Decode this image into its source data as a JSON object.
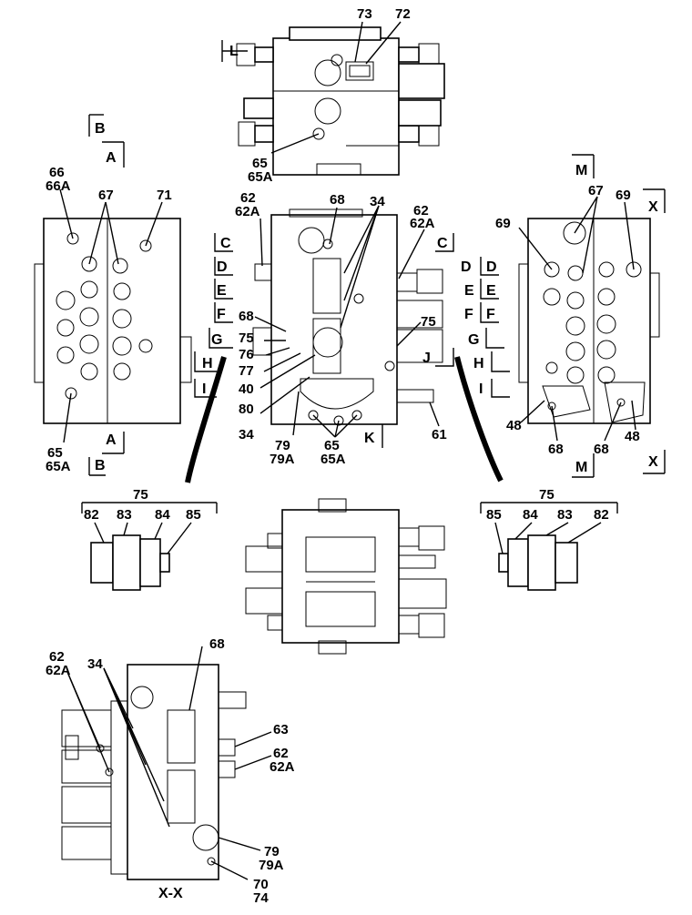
{
  "top_view": {
    "callouts": [
      "73",
      "72",
      "65",
      "65A"
    ],
    "section_marks": [
      "L"
    ]
  },
  "left_view": {
    "callouts": [
      "66",
      "66A",
      "67",
      "71",
      "65",
      "65A"
    ],
    "section_marks_top": [
      "B",
      "A"
    ],
    "section_marks_bottom": [
      "A",
      "B"
    ]
  },
  "center_view": {
    "callouts": [
      "62",
      "62A",
      "68",
      "34",
      "62",
      "62A",
      "68",
      "75",
      "76",
      "77",
      "40",
      "80",
      "34",
      "75",
      "79",
      "79A",
      "65",
      "65A",
      "61"
    ],
    "section_marks_left": [
      "C",
      "D",
      "E",
      "F",
      "G",
      "H",
      "I"
    ],
    "section_marks_right": [
      "C",
      "D",
      "E",
      "F",
      "J",
      "K"
    ]
  },
  "right_view": {
    "callouts": [
      "67",
      "69",
      "69",
      "48",
      "68",
      "68",
      "48"
    ],
    "section_marks_left": [
      "D",
      "E",
      "F",
      "G",
      "H",
      "I"
    ],
    "section_marks": [
      "M",
      "X",
      "M",
      "X"
    ]
  },
  "part_75_left": {
    "title": "75",
    "callouts": [
      "82",
      "83",
      "84",
      "85"
    ]
  },
  "part_75_right": {
    "title": "75",
    "callouts": [
      "85",
      "84",
      "83",
      "82"
    ]
  },
  "bottom_view": {
    "callouts": [
      "68",
      "62",
      "62A",
      "34",
      "63",
      "62",
      "62A",
      "79",
      "79A",
      "70",
      "74"
    ],
    "section_title": "X-X"
  }
}
